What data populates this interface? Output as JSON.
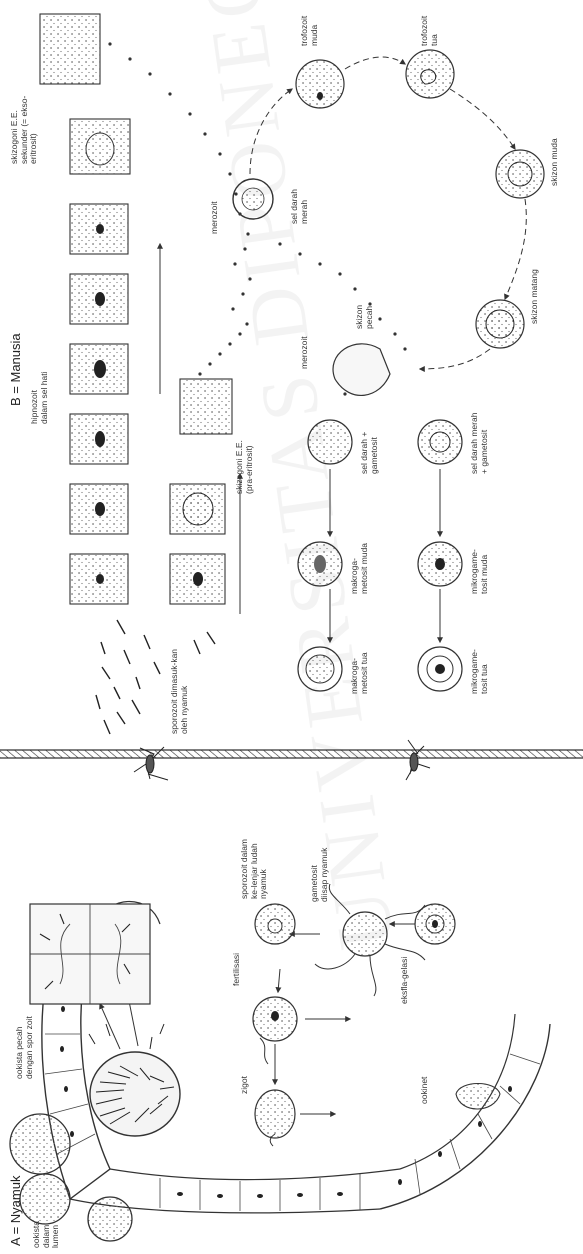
{
  "sections": {
    "mosquito": "A = Nyamuk",
    "human": "B = Manusia"
  },
  "labels": {
    "ookista_pecah": "ookista pecah dengan spor zoit",
    "ookista_lumen": "ookista dalam lumen",
    "sporozoit_kelenjar": "sporozoit dalam ke-lenjar ludah nyamuk",
    "gametosit_nyamuk": "gametosit diisap nyamuk",
    "fertilisasi": "fertilisasi",
    "eksflagelasi": "eksfla-gelasi",
    "zigot": "zigot",
    "ookinet": "ookinet",
    "sporozoit_masuk": "sporozoit dimasuk-kan oleh nyamuk",
    "makrogametosit_tua": "makroga-metosit tua",
    "makrogametosit_muda": "makroga-metosit muda",
    "mikrogametosit_tua": "mikrogame-tosit tua",
    "mikrogametosit_muda": "mikrogame-tosit muda",
    "sel_darah_gametosit": "sel darah + gametosit",
    "sel_darah_merah_gametosit": "sel darah merah + gametosit",
    "skizogoni_ee_pra": "skizogoni E.E. (pra-eritrosit)",
    "hipnozoit": "hipnozoit dalam sel hati",
    "skizogoni_ee_sekunder": "skizogoni E.E. sekunder (= ekso-eritrosit)",
    "merozoit_top": "merozoit",
    "merozoit_mid": "merozoit",
    "sel_darah_merah": "sel darah merah",
    "skizon_pecah": "skizon pecah",
    "skizon_matang": "skizon matang",
    "skizon_muda": "skizon muda",
    "trofozoit_muda": "trofozoit muda",
    "trofozoit_tua": "trofozoit tua"
  },
  "watermark": "UNIVERSITAS DIPONEGORO"
}
